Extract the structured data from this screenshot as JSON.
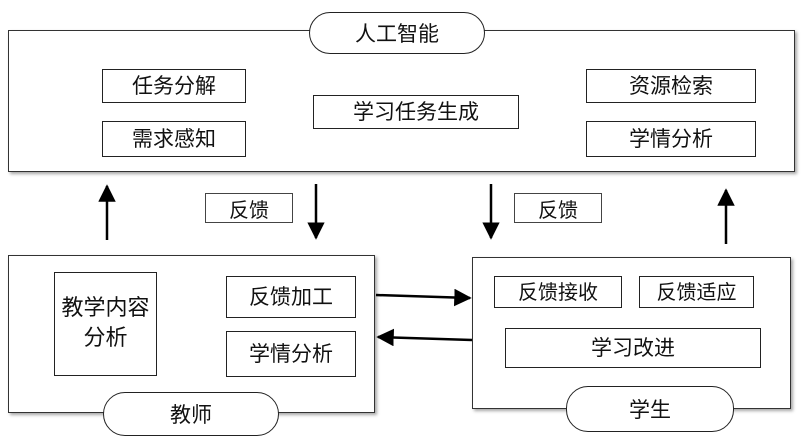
{
  "ai": {
    "title": "人工智能",
    "left_items": [
      "任务分解",
      "需求感知"
    ],
    "center": "学习任务生成",
    "right_items": [
      "资源检索",
      "学情分析"
    ]
  },
  "feedback_labels": [
    "反馈",
    "反馈"
  ],
  "teacher": {
    "title": "教师",
    "content_line1": "教学内容",
    "content_line2": "分析",
    "processing": "反馈加工",
    "analysis": "学情分析"
  },
  "student": {
    "title": "学生",
    "receive": "反馈接收",
    "adapt": "反馈适应",
    "improve": "学习改进"
  }
}
